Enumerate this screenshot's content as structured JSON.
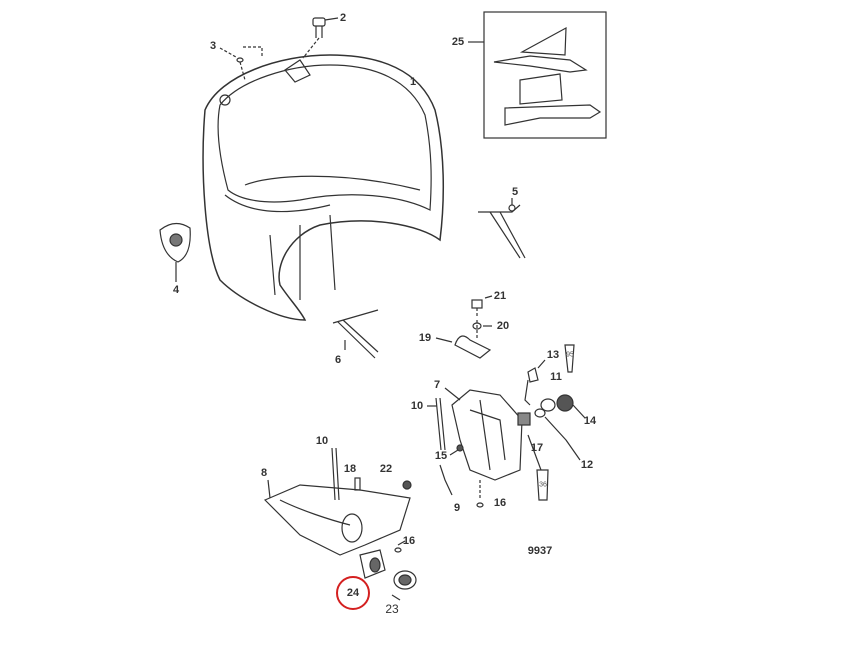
{
  "diagram": {
    "title_code": "9937",
    "highlight_color": "#d42020",
    "callouts": [
      {
        "id": "c1",
        "text": "1"
      },
      {
        "id": "c2",
        "text": "2"
      },
      {
        "id": "c3",
        "text": "3"
      },
      {
        "id": "c4",
        "text": "4"
      },
      {
        "id": "c5",
        "text": "5"
      },
      {
        "id": "c6",
        "text": "6"
      },
      {
        "id": "c7",
        "text": "7"
      },
      {
        "id": "c8",
        "text": "8"
      },
      {
        "id": "c9",
        "text": "9"
      },
      {
        "id": "c10a",
        "text": "10"
      },
      {
        "id": "c10b",
        "text": "10"
      },
      {
        "id": "c11",
        "text": "11"
      },
      {
        "id": "c12",
        "text": "12"
      },
      {
        "id": "c13",
        "text": "13"
      },
      {
        "id": "c14",
        "text": "14"
      },
      {
        "id": "c15",
        "text": "15"
      },
      {
        "id": "c16a",
        "text": "16"
      },
      {
        "id": "c16b",
        "text": "16"
      },
      {
        "id": "c17",
        "text": "17"
      },
      {
        "id": "c18",
        "text": "18"
      },
      {
        "id": "c19",
        "text": "19"
      },
      {
        "id": "c20",
        "text": "20"
      },
      {
        "id": "c21",
        "text": "21"
      },
      {
        "id": "c22",
        "text": "22"
      },
      {
        "id": "c23",
        "text": "23"
      },
      {
        "id": "c24",
        "text": "24"
      },
      {
        "id": "c25",
        "text": "25"
      }
    ],
    "tube_labels": {
      "upper": "95",
      "lower": "36"
    }
  }
}
